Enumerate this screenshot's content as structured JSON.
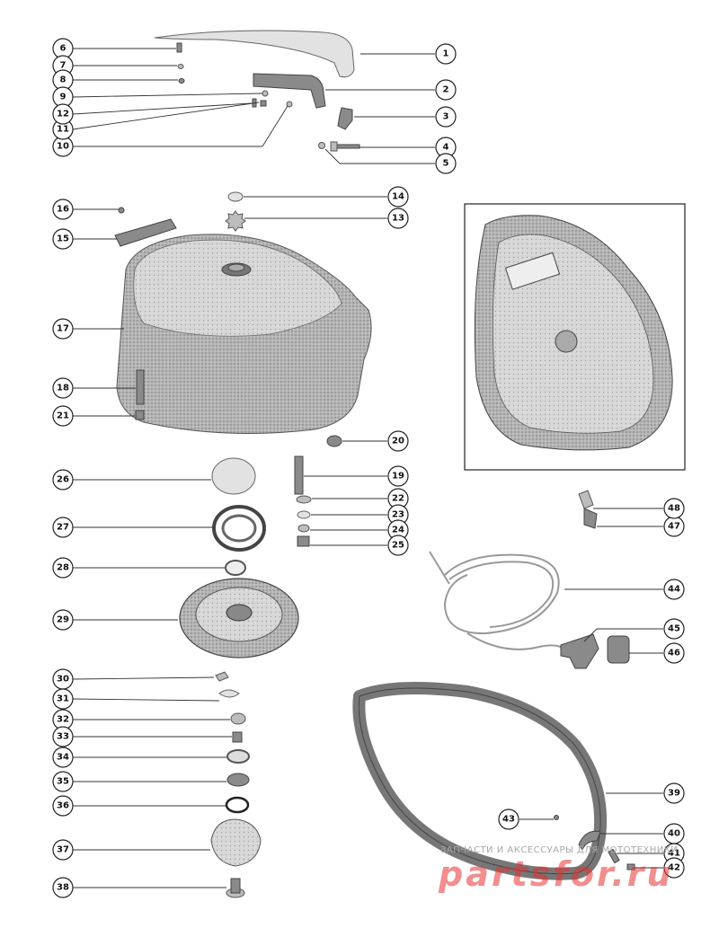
{
  "callouts": [
    "1",
    "2",
    "3",
    "4",
    "5",
    "6",
    "7",
    "8",
    "9",
    "10",
    "11",
    "12",
    "13",
    "14",
    "15",
    "16",
    "17",
    "18",
    "19",
    "20",
    "21",
    "22",
    "23",
    "24",
    "25",
    "26",
    "27",
    "28",
    "29",
    "30",
    "31",
    "32",
    "33",
    "34",
    "35",
    "36",
    "37",
    "38",
    "39",
    "40",
    "41",
    "42",
    "43",
    "44",
    "45",
    "46",
    "47",
    "48"
  ],
  "watermark": {
    "top": "ЗАПЧАСТИ И АКСЕССУАРЫ ДЛЯ МОТОТЕХНИКИ",
    "main": "partsfor.ru"
  }
}
